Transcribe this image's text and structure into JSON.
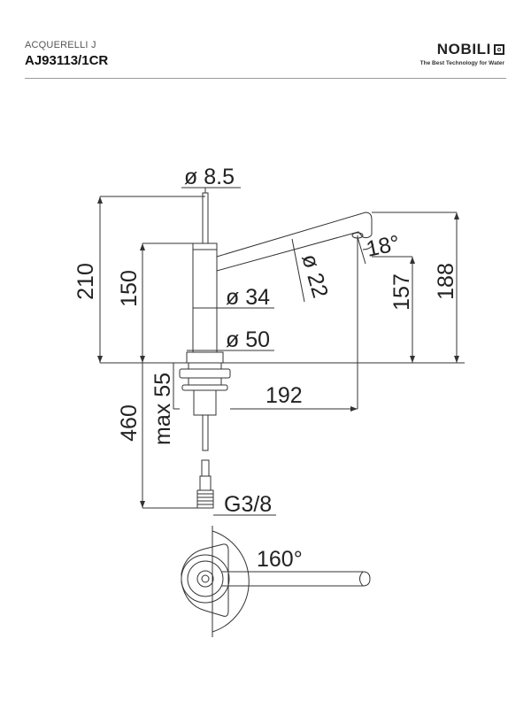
{
  "header": {
    "series": "ACQUERELLI J",
    "code": "AJ93113/1CR",
    "brand": "NOBILI",
    "tagline": "The Best Technology for Water"
  },
  "dimensions": {
    "d_8_5": "ø 8.5",
    "h_210": "210",
    "h_150": "150",
    "d_34": "ø 34",
    "d_50": "ø 50",
    "d_22": "ø 22",
    "angle_18": "18°",
    "h_157": "157",
    "h_188": "188",
    "max_55": "max 55",
    "l_192": "192",
    "h_460": "460",
    "thread": "G3/8",
    "rotation": "160°"
  }
}
